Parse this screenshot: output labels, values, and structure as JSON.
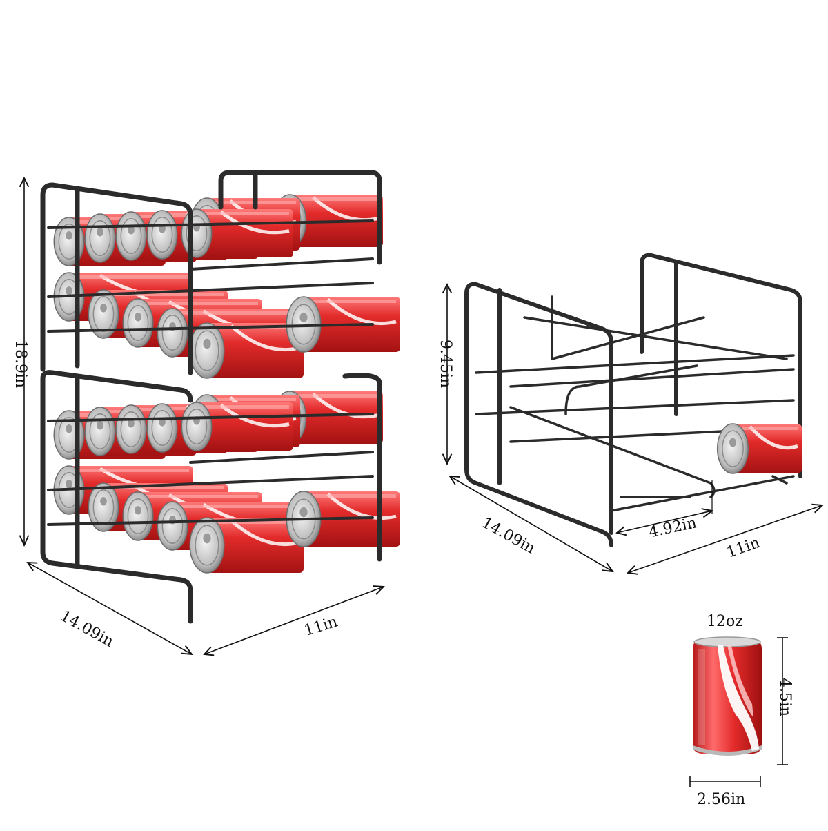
{
  "colors": {
    "background": "#ffffff",
    "rack_wire": "#2b2b2b",
    "can_red": "#e32b2b",
    "can_highlight": "#ff8a8a",
    "can_silver": "#c9c9c9",
    "dimension_line": "#111111"
  },
  "stacked_rack": {
    "height_label": "18.9in",
    "depth_label": "14.09in",
    "width_label": "11in"
  },
  "single_rack": {
    "height_label": "9.45in",
    "depth_label": "14.09in",
    "lane_label": "4.92in",
    "width_label": "11in"
  },
  "can": {
    "volume_label": "12oz",
    "height_label": "4.5in",
    "diameter_label": "2.56in"
  }
}
